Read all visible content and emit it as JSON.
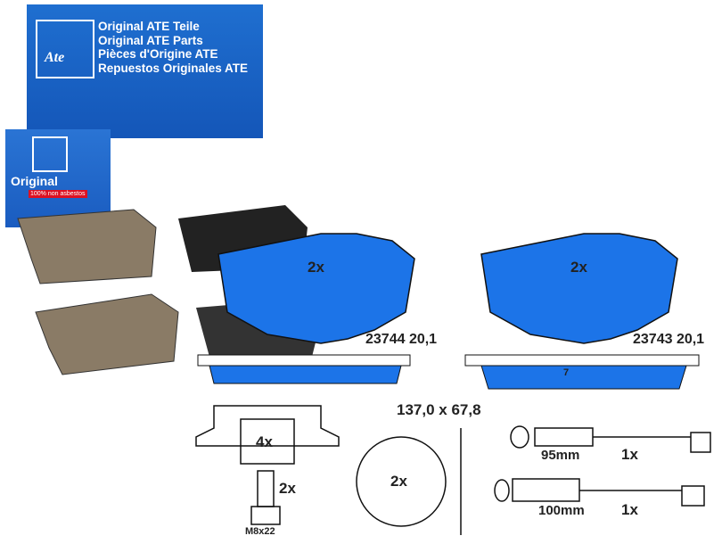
{
  "box": {
    "lines": [
      "Original ATE Teile",
      "Original ATE Parts",
      "Pièces d'Origine ATE",
      "Repuestos Originales ATE"
    ],
    "logo": "Ate",
    "small_box_title": "Original",
    "small_box_badge": "100% non asbestos"
  },
  "pads": [
    {
      "quantity": "2x",
      "part_number": "23744 20,1"
    },
    {
      "quantity": "2x",
      "part_number": "23743 20,1"
    }
  ],
  "dimensions": "137,0 x 67,8",
  "wear_indicator_mark": "7",
  "accessories": {
    "clip_quantity": "4x",
    "bolt_quantity": "2x",
    "bolt_size": "M8x22",
    "shim_quantity": "2x",
    "sensors": [
      {
        "length": "95mm",
        "quantity": "1x"
      },
      {
        "length": "100mm",
        "quantity": "1x"
      }
    ]
  },
  "colors": {
    "box_blue": "#1a62c6",
    "pad_blue": "#1c74e8",
    "friction": "#8a7b66"
  }
}
